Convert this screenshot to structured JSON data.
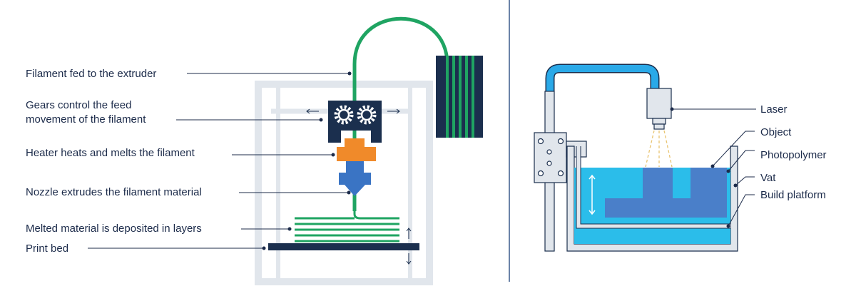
{
  "fdm": {
    "labels": [
      {
        "line1": "Filament fed to the extruder",
        "line2": ""
      },
      {
        "line1": "Gears control the feed",
        "line2": "movement of the filament"
      },
      {
        "line1": "Heater heats and melts the filament",
        "line2": ""
      },
      {
        "line1": "Nozzle extrudes the filament material",
        "line2": ""
      },
      {
        "line1": "Melted material is deposited in layers",
        "line2": ""
      },
      {
        "line1": "Print bed",
        "line2": ""
      }
    ]
  },
  "sla": {
    "labels": [
      "Laser",
      "Object",
      "Photopolymer",
      "Vat",
      "Build platform"
    ]
  },
  "colors": {
    "navy": "#1b2f4e",
    "green": "#1fa462",
    "frame": "#e1e6ec",
    "orange": "#f08a2a",
    "blue": "#3a74c4",
    "resin": "#2bbdea",
    "object": "#4a7fc9",
    "tube": "#2aa9e8",
    "divider": "#3a5a8c"
  }
}
